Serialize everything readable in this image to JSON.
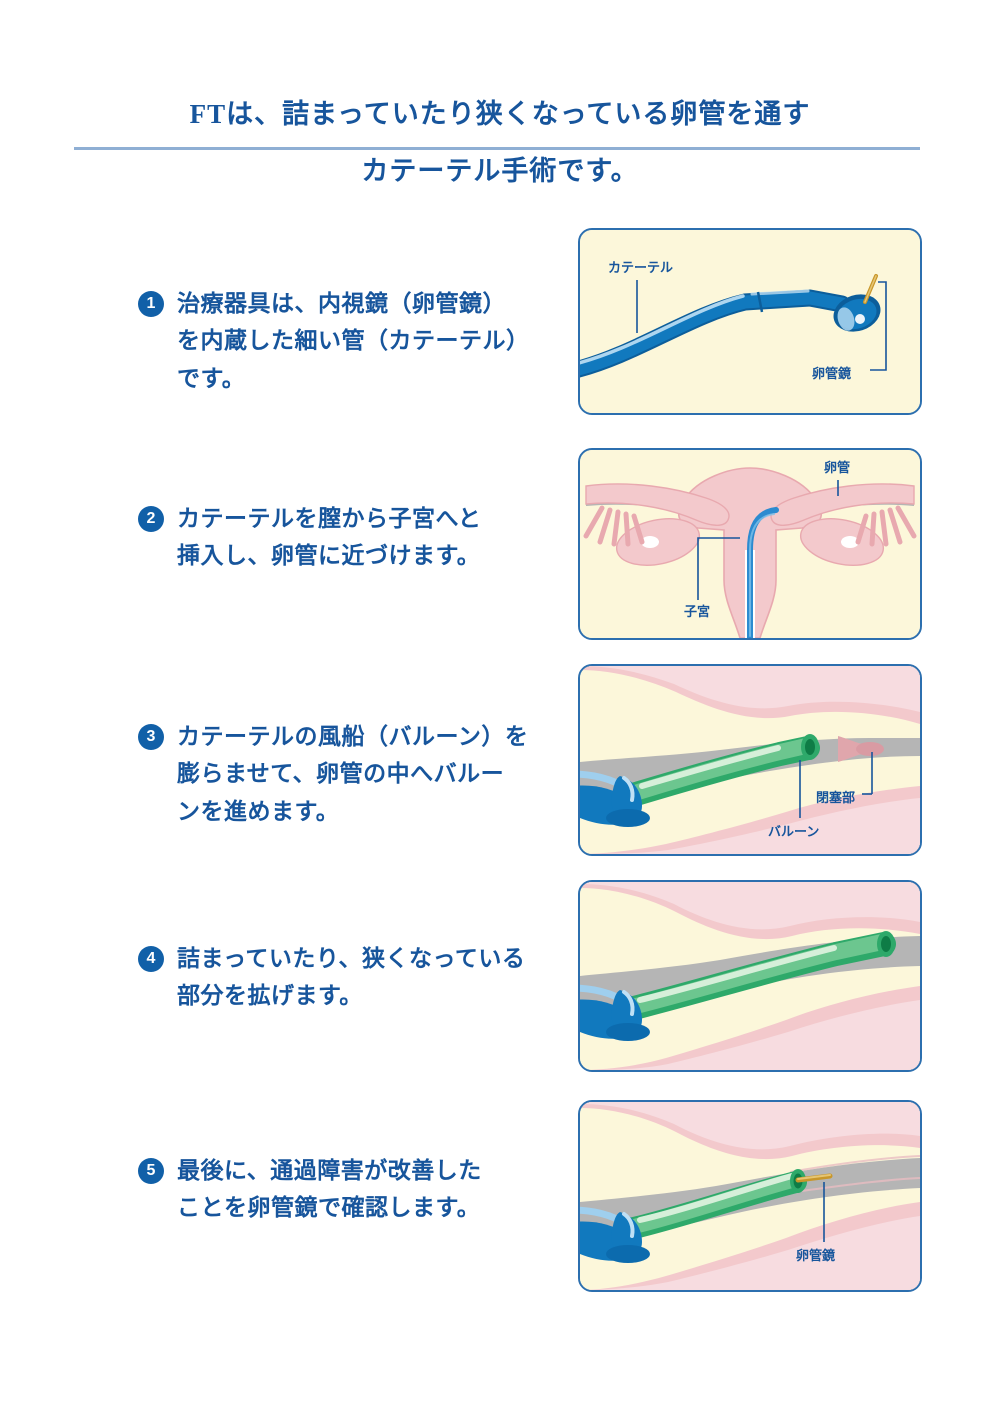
{
  "header": {
    "line1": "FTは、詰まっていたり狭くなっている卵管を通す",
    "line2": "カテーテル手術です。",
    "accent_color": "#17559C",
    "rule_color": "#8FAFD4"
  },
  "steps": [
    {
      "number": "1",
      "lines": [
        "治療器具は、内視鏡（卵管鏡）",
        "を内蔵した細い管（カテーテル）",
        "です。"
      ],
      "text": "治療器具は、内視鏡（卵管鏡）を内蔵した細い管（カテーテル）です。"
    },
    {
      "number": "2",
      "lines": [
        "カテーテルを膣から子宮へと",
        "挿入し、卵管に近づけます。"
      ],
      "text": "カテーテルを膣から子宮へと挿入し、卵管に近づけます。"
    },
    {
      "number": "3",
      "lines": [
        "カテーテルの風船（バルーン）を",
        "膨らませて、卵管の中へバルー",
        "ンを進めます。"
      ],
      "text": "カテーテルの風船（バルーン）を膨らませて、卵管の中へバルーンを進めます。"
    },
    {
      "number": "4",
      "lines": [
        "詰まっていたり、狭くなっている",
        "部分を拡げます。"
      ],
      "text": "詰まっていたり、狭くなっている部分を拡げます。"
    },
    {
      "number": "5",
      "lines": [
        "最後に、通過障害が改善した",
        "ことを卵管鏡で確認します。"
      ],
      "text": "最後に、通過障害が改善したことを卵管鏡で確認します。"
    }
  ],
  "panels": [
    {
      "id": "panel-catheter-device",
      "caption": "カテーテル器具の図",
      "labels": [
        "カテーテル",
        "卵管鏡"
      ]
    },
    {
      "id": "panel-uterus-insertion",
      "caption": "子宮へのカテーテル挿入図",
      "labels": [
        "卵管",
        "子宮"
      ]
    },
    {
      "id": "panel-balloon-advance",
      "caption": "バルーンを卵管へ進める図",
      "labels": [
        "閉塞部",
        "バルーン"
      ]
    },
    {
      "id": "panel-dilation",
      "caption": "閉塞部を拡げた図",
      "labels": []
    },
    {
      "id": "panel-endoscope-check",
      "caption": "卵管鏡での確認図",
      "labels": [
        "卵管鏡"
      ]
    }
  ],
  "colors": {
    "text_blue": "#17559C",
    "badge_blue": "#1160A8",
    "panel_border": "#2C6FAF",
    "panel_bg": "#FCF7DA",
    "tissue_pink": "#F3C9CC",
    "tissue_pink_light": "#F7DCE0",
    "lumen_gray": "#B5B5B5",
    "catheter_blue": "#1179BE",
    "catheter_blue_dark": "#0C5E9B",
    "balloon_green": "#2EA96A",
    "balloon_green_light": "#A9DEB4",
    "fiber_gold": "#C8972A"
  }
}
